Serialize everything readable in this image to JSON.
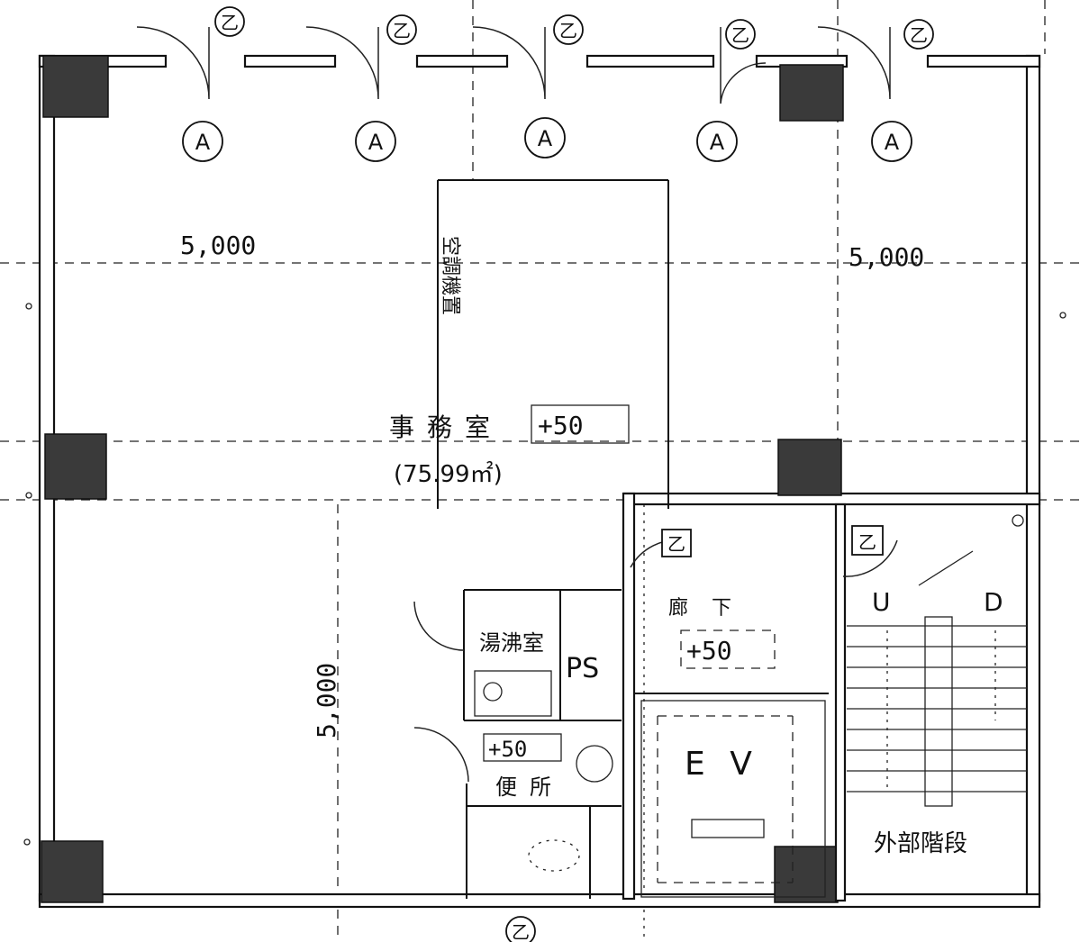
{
  "door_tag": "乙",
  "window_tag": "A",
  "room": {
    "name": "事務室",
    "level": "+50",
    "area": "(75.99㎡)"
  },
  "dim_top_left": "5,000",
  "dim_top_right": "5,000",
  "dim_left_vertical": "5,000",
  "corridor": {
    "name": "廊下",
    "level": "+50"
  },
  "kitchen": "湯沸室",
  "pipe_space": "PS",
  "toilet": {
    "name": "便所",
    "level": "+50"
  },
  "elevator": "E V",
  "stairs": {
    "up": "U",
    "down": "D",
    "name": "外部階段"
  },
  "vertical_note": "空調機置"
}
